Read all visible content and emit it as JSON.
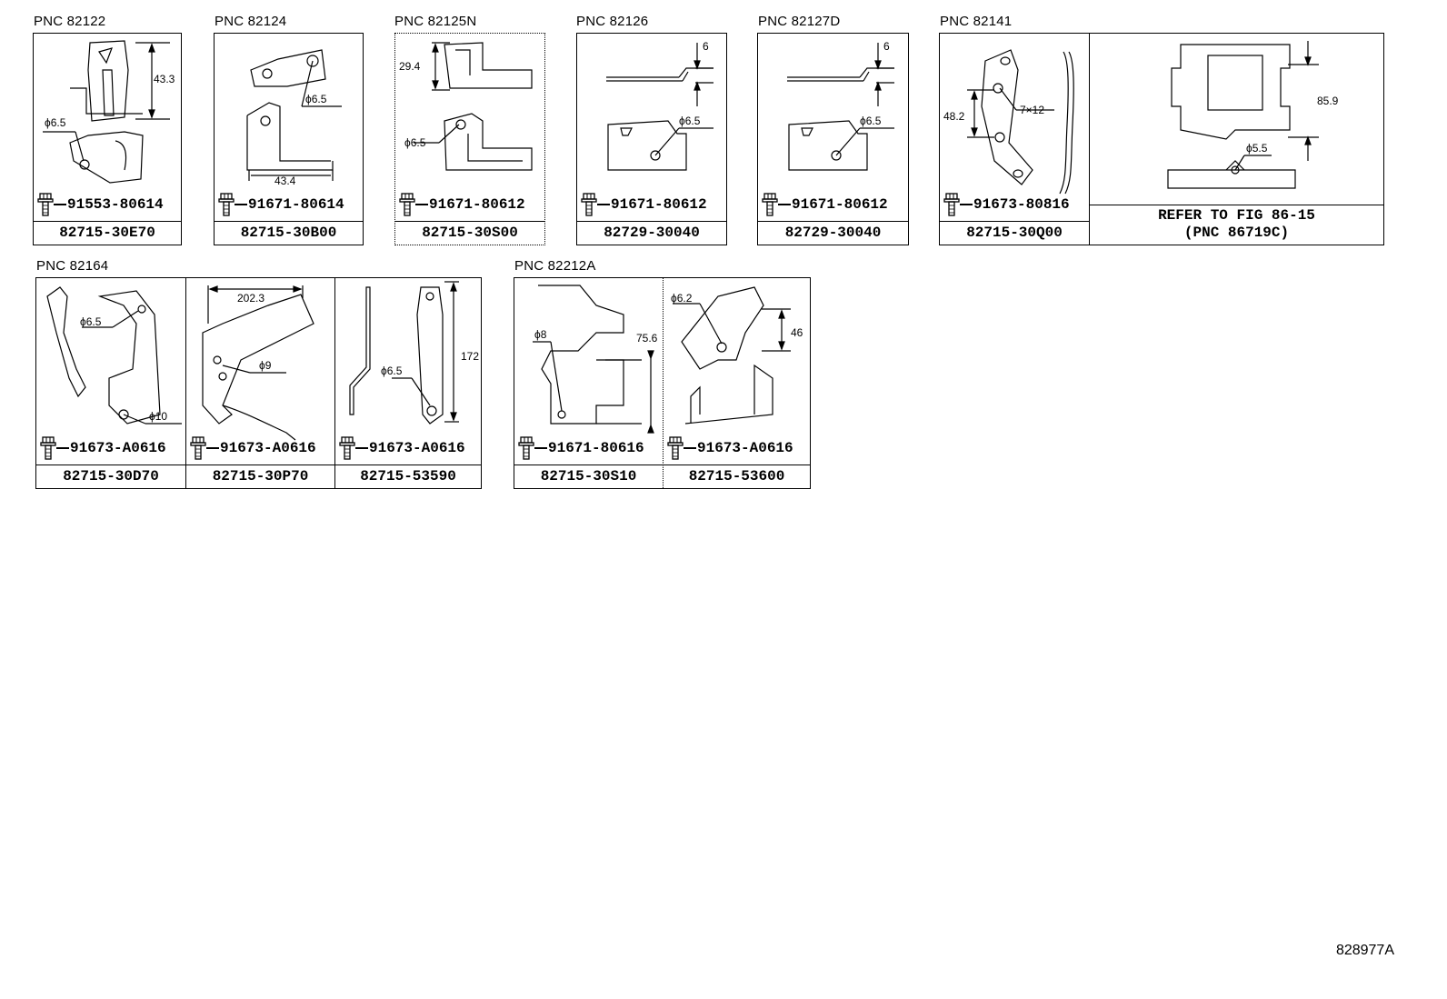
{
  "row1": [
    {
      "pnc": "PNC 82122",
      "bolt": "91553-80614",
      "part": "82715-30E70",
      "dims": [
        "43.3",
        "ϕ6.5"
      ]
    },
    {
      "pnc": "PNC 82124",
      "bolt": "91671-80614",
      "part": "82715-30B00",
      "dims": [
        "ϕ6.5",
        "43.4"
      ]
    },
    {
      "pnc": "PNC 82125N",
      "bolt": "91671-80612",
      "part": "82715-30S00",
      "dims": [
        "29.4",
        "ϕ6.5"
      ]
    },
    {
      "pnc": "PNC 82126",
      "bolt": "91671-80612",
      "part": "82729-30040",
      "dims": [
        "6",
        "ϕ6.5"
      ]
    },
    {
      "pnc": "PNC 82127D",
      "bolt": "91671-80612",
      "part": "82729-30040",
      "dims": [
        "6",
        "ϕ6.5"
      ]
    },
    {
      "pnc": "PNC 82141",
      "bolt": "91673-80816",
      "part": "82715-30Q00",
      "dims": [
        "48.2",
        "7×12"
      ],
      "refer_dims": [
        "85.9",
        "ϕ5.5"
      ],
      "refer_line1": "REFER TO FIG 86-15",
      "refer_line2": "(PNC 86719C)"
    }
  ],
  "row2a": {
    "pnc": "PNC 82164",
    "cells": [
      {
        "bolt": "91673-A0616",
        "part": "82715-30D70",
        "dims": [
          "ϕ6.5",
          "ϕ10"
        ]
      },
      {
        "bolt": "91673-A0616",
        "part": "82715-30P70",
        "dims": [
          "202.3",
          "ϕ9"
        ]
      },
      {
        "bolt": "91673-A0616",
        "part": "82715-53590",
        "dims": [
          "ϕ6.5",
          "172"
        ]
      }
    ]
  },
  "row2b": {
    "pnc": "PNC 82212A",
    "cells": [
      {
        "bolt": "91671-80616",
        "part": "82715-30S10",
        "dims": [
          "ϕ8",
          "75.6"
        ]
      },
      {
        "bolt": "91673-A0616",
        "part": "82715-53600",
        "dims": [
          "ϕ6.2",
          "46"
        ]
      }
    ]
  },
  "figure_id": "828977A"
}
